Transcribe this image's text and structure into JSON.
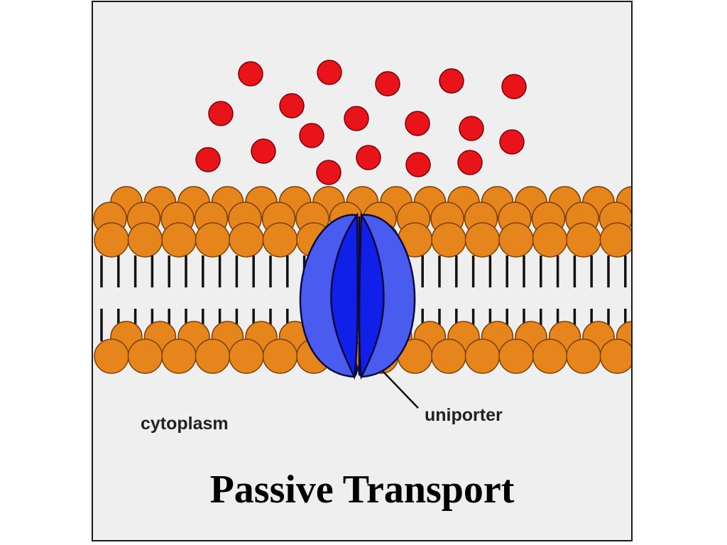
{
  "diagram": {
    "labels": {
      "cytoplasm": "cytoplasm",
      "uniporter": "uniporter"
    },
    "title": "Passive Transport",
    "colors": {
      "background": "#efefef",
      "solute": "#e8141a",
      "solute_outline": "#7a0008",
      "phospholipid_head": "#e6851c",
      "phospholipid_outline": "#7a3f06",
      "tail": "#111111",
      "protein_light": "#4a5cf0",
      "protein_dark": "#1020e8",
      "protein_outline": "#0a0a40"
    }
  }
}
